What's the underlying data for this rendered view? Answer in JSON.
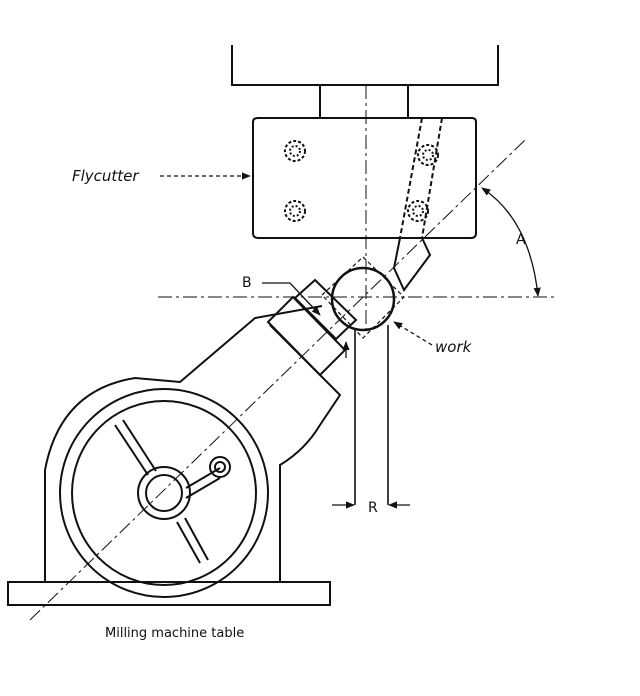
{
  "labels": {
    "flycutter": "Flycutter",
    "work": "work",
    "angle_a": "A",
    "label_b": "B",
    "label_r": "R",
    "table": "Milling machine table"
  },
  "colors": {
    "ink": "#111111",
    "paper": "#ffffff"
  }
}
